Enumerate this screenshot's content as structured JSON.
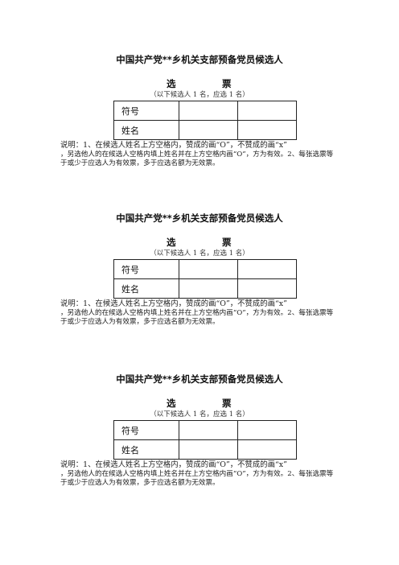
{
  "ballots": [
    {
      "title": "中国共产党**乡机关支部预备党员候选人",
      "heading_left": "选",
      "heading_right": "票",
      "subtitle": "（以下候选人 1 名，应选 1 名）",
      "row_labels": [
        "符号",
        "姓名"
      ],
      "notes": [
        "说明：1、在候选人姓名上方空格内，赞成的画“O”，不赞成的画“x”",
        "，另选他人的在候选人空格内填上姓名并在上方空格内画“O”，方为有效。2、每张选票等",
        "于或少于应选人为有效票，多于应选名额为无效票。"
      ]
    },
    {
      "title": "中国共产党**乡机关支部预备党员候选人",
      "heading_left": "选",
      "heading_right": "票",
      "subtitle": "（以下候选人 1 名，应选 1 名）",
      "row_labels": [
        "符号",
        "姓名"
      ],
      "notes": [
        "说明：1、在候选人姓名上方空格内，赞成的画“O”，不赞成的画“x”",
        "，另选他人的在候选人空格内填上姓名并在上方空格内画“O”，方为有效。2、每张选票等",
        "于或少于应选人为有效票，多于应选名额为无效票。"
      ]
    },
    {
      "title": "中国共产党**乡机关支部预备党员候选人",
      "heading_left": "选",
      "heading_right": "票",
      "subtitle": "（以下候选人 1 名，应选 1 名）",
      "row_labels": [
        "符号",
        "姓名"
      ],
      "notes": [
        "说明：1、在候选人姓名上方空格内，赞成的画“O”，不赞成的画“x”",
        "，另选他人的在候选人空格内填上姓名并在上方空格内画“O”，方为有效。2、每张选票等",
        "于或少于应选人为有效票，多于应选名额为无效票。"
      ]
    }
  ]
}
